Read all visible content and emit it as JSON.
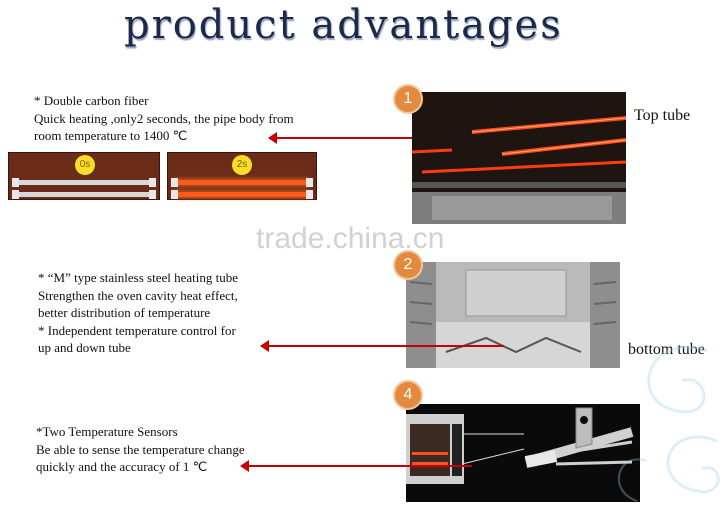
{
  "title": "product advantages",
  "watermark": "trade.china.cn",
  "sections": [
    {
      "badge": "1",
      "label": "Top tube",
      "lines": [
        "* Double  carbon fiber",
        "Quick heating ,only2 seconds, the pipe body from",
        "room temperature to 1400 ℃"
      ]
    },
    {
      "badge": "2",
      "label": "bottom tube",
      "lines": [
        "* “M” type stainless steel heating tube",
        "Strengthen the oven cavity heat effect,",
        "better distribution of temperature",
        "*  Independent temperature control for",
        "up and down tube"
      ]
    },
    {
      "badge": "4",
      "label": "",
      "lines": [
        "*Two  Temperature Sensors",
        "Be able to sense the temperature change",
        "quickly  and the accuracy of  1 ℃"
      ]
    }
  ],
  "timers": [
    "0s",
    "2s"
  ],
  "colors": {
    "arrow": "#c40000",
    "badge": "#e38a3f",
    "timer": "#f6de2a"
  }
}
